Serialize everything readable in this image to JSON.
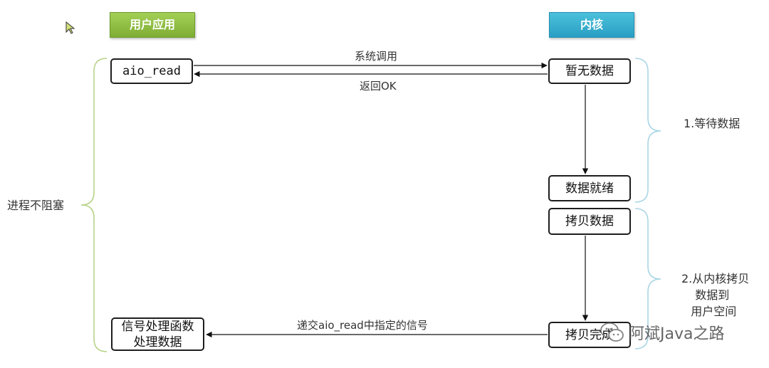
{
  "headers": {
    "user_app": "用户应用",
    "kernel": "内核"
  },
  "boxes": {
    "aio_read": "aio_read",
    "no_data": "暂无数据",
    "data_ready": "数据就绪",
    "copy_data": "拷贝数据",
    "copy_done": "拷贝完成",
    "signal_handler_line1": "信号处理函数",
    "signal_handler_line2": "处理数据"
  },
  "arrows": {
    "syscall": "系统调用",
    "return_ok": "返回OK",
    "signal": "递交aio_read中指定的信号"
  },
  "annotations": {
    "process_nonblocking": "进程不阻塞",
    "wait_data": "1.等待数据",
    "copy_line1": "2.从内核拷贝",
    "copy_line2": "数据到",
    "copy_line3": "用户空间"
  },
  "watermark": {
    "text": "阿斌Java之路",
    "icon": "wechat-icon"
  },
  "colors": {
    "user_header": "#8dbb3f",
    "kernel_header": "#34a9cc",
    "brace_left": "#b7d38a",
    "brace_right": "#a9d6e4"
  }
}
